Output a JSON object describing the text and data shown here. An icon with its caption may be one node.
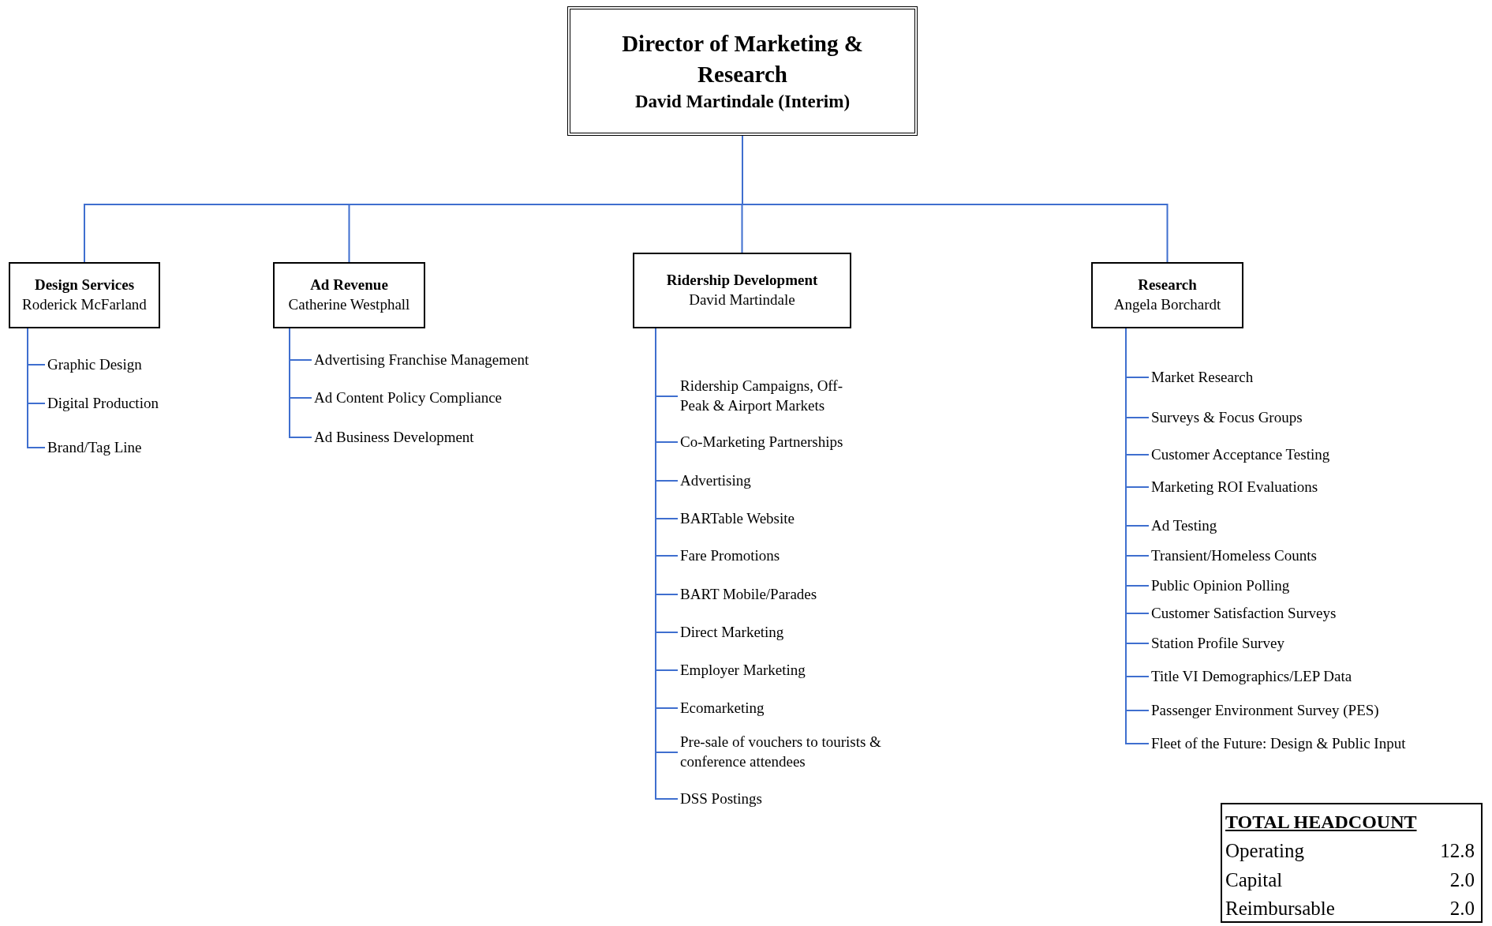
{
  "diagram": {
    "nodes": [
      {
        "text": [
          "Director of Marketing & Research",
          "David Martindale (Interim)"
        ]
      },
      {
        "text": [
          "Design Services",
          "Roderick McFarland"
        ]
      },
      {
        "text": [
          "Ad Revenue",
          "Catherine Westphall"
        ]
      },
      {
        "text": [
          "Ridership Development",
          "David Martindale"
        ]
      },
      {
        "text": [
          "Research",
          "Angela Borchardt"
        ]
      },
      {
        "text": [
          "Graphic Design"
        ]
      },
      {
        "text": [
          "Digital Production"
        ]
      },
      {
        "text": [
          "Brand/Tag Line"
        ]
      },
      {
        "text": [
          "Advertising Franchise Management"
        ]
      },
      {
        "text": [
          "Ad Content Policy Compliance"
        ]
      },
      {
        "text": [
          "Ad Business Development"
        ]
      },
      {
        "text": [
          "Ridership Campaigns, Off-Peak & Airport Markets"
        ]
      },
      {
        "text": [
          "Co-Marketing Partnerships"
        ]
      },
      {
        "text": [
          "Advertising"
        ]
      },
      {
        "text": [
          "BARTable Website"
        ]
      },
      {
        "text": [
          "Fare Promotions"
        ]
      },
      {
        "text": [
          "BART Mobile/Parades"
        ]
      },
      {
        "text": [
          "Direct Marketing"
        ]
      },
      {
        "text": [
          "Employer Marketing"
        ]
      },
      {
        "text": [
          "Ecomarketing"
        ]
      },
      {
        "text": [
          "Pre-sale of vouchers to tourists & conference attendees"
        ]
      },
      {
        "text": [
          "DSS Postings"
        ]
      },
      {
        "text": [
          "Market Research"
        ]
      },
      {
        "text": [
          "Surveys & Focus Groups"
        ]
      },
      {
        "text": [
          "Customer Acceptance Testing"
        ]
      },
      {
        "text": [
          "Marketing ROI Evaluations"
        ]
      },
      {
        "text": [
          "Ad Testing"
        ]
      },
      {
        "text": [
          "Transient/Homeless Counts"
        ]
      },
      {
        "text": [
          "Public Opinion Polling"
        ]
      },
      {
        "text": [
          "Customer Satisfaction Surveys"
        ]
      },
      {
        "text": [
          "Station Profile Survey"
        ]
      },
      {
        "text": [
          "Title VI Demographics/LEP Data"
        ]
      },
      {
        "text": [
          "Passenger Environment Survey (PES)"
        ]
      },
      {
        "text": [
          "Fleet of the Future: Design & Public Input"
        ]
      },
      {
        "text": [
          "TOTAL HEADCOUNT",
          "Operating",
          "12.8",
          "Capital",
          "2.0",
          "Reimbursable",
          "2.0"
        ]
      }
    ],
    "edges": [
      {
        "from": 0,
        "to": 1,
        "arrow": "none"
      },
      {
        "from": 0,
        "to": 2,
        "arrow": "none"
      },
      {
        "from": 0,
        "to": 3,
        "arrow": "none"
      },
      {
        "from": 0,
        "to": 4,
        "arrow": "none"
      },
      {
        "from": 1,
        "to": 5,
        "arrow": "none"
      },
      {
        "from": 1,
        "to": 6,
        "arrow": "none"
      },
      {
        "from": 1,
        "to": 7,
        "arrow": "none"
      },
      {
        "from": 2,
        "to": 8,
        "arrow": "none"
      },
      {
        "from": 2,
        "to": 9,
        "arrow": "none"
      },
      {
        "from": 2,
        "to": 10,
        "arrow": "none"
      },
      {
        "from": 3,
        "to": 11,
        "arrow": "none"
      },
      {
        "from": 3,
        "to": 12,
        "arrow": "none"
      },
      {
        "from": 3,
        "to": 13,
        "arrow": "none"
      },
      {
        "from": 3,
        "to": 14,
        "arrow": "none"
      },
      {
        "from": 3,
        "to": 15,
        "arrow": "none"
      },
      {
        "from": 3,
        "to": 16,
        "arrow": "none"
      },
      {
        "from": 3,
        "to": 17,
        "arrow": "none"
      },
      {
        "from": 3,
        "to": 18,
        "arrow": "none"
      },
      {
        "from": 3,
        "to": 19,
        "arrow": "none"
      },
      {
        "from": 3,
        "to": 20,
        "arrow": "none"
      },
      {
        "from": 3,
        "to": 21,
        "arrow": "none"
      },
      {
        "from": 4,
        "to": 22,
        "arrow": "none"
      },
      {
        "from": 4,
        "to": 23,
        "arrow": "none"
      },
      {
        "from": 4,
        "to": 24,
        "arrow": "none"
      },
      {
        "from": 4,
        "to": 25,
        "arrow": "none"
      },
      {
        "from": 4,
        "to": 26,
        "arrow": "none"
      },
      {
        "from": 4,
        "to": 27,
        "arrow": "none"
      },
      {
        "from": 4,
        "to": 28,
        "arrow": "none"
      },
      {
        "from": 4,
        "to": 29,
        "arrow": "none"
      },
      {
        "from": 4,
        "to": 30,
        "arrow": "none"
      },
      {
        "from": 4,
        "to": 31,
        "arrow": "none"
      },
      {
        "from": 4,
        "to": 32,
        "arrow": "none"
      },
      {
        "from": 4,
        "to": 33,
        "arrow": "none"
      }
    ]
  }
}
